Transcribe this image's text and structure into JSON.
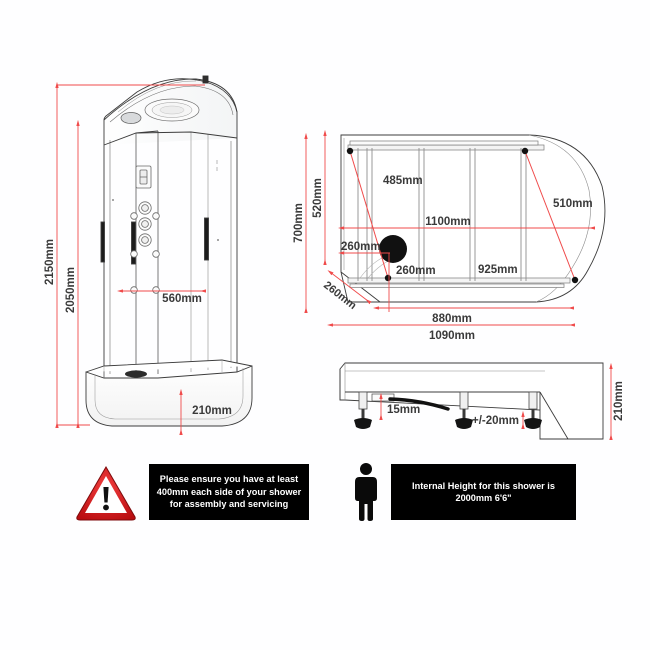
{
  "document": {
    "type": "technical-dimension-drawing",
    "subject": "Offset quadrant shower cabin / steam shower enclosure",
    "background_color": "#fefeff",
    "dimension_line_color": "#f04b4b",
    "outline_color": "#3c3c3c",
    "text_color": "#3a3a3a"
  },
  "views": {
    "front_elevation": {
      "name": "Front elevation / perspective view",
      "dimensions": {
        "overall_height": "2150mm",
        "cabin_height": "2050mm",
        "door_opening_width": "560mm",
        "tray_height": "210mm"
      },
      "features": [
        "ceiling-light",
        "ceiling-speaker",
        "extractor-vent",
        "control-panel-display",
        "body-jets",
        "shower-tray",
        "drain"
      ]
    },
    "plan_view": {
      "name": "Plan / top view",
      "dimensions": {
        "overall_depth": "700mm",
        "inner_depth": "520mm",
        "door_leaf_left": "485mm",
        "door_leaf_right": "510mm",
        "inner_width": "1100mm",
        "corner_cut_horizontal": "260mm",
        "corner_cut_vertical": "260mm",
        "corner_cut_diagonal": "260mm",
        "track_length": "925mm",
        "back_panel_width": "880mm",
        "overall_width": "1090mm"
      }
    },
    "base_profile": {
      "name": "Base / tray side profile with adjustable legs",
      "dimensions": {
        "waste_clearance": "15mm",
        "leg_adjustment": "+/-20mm",
        "tray_total_height": "210mm"
      }
    }
  },
  "notices": [
    {
      "icon": "warning-triangle-icon",
      "lines": [
        "Please ensure you have at least",
        "400mm each side of your",
        "shower for assembly and",
        "servicing"
      ],
      "text": "Please ensure you have at least 400mm each side of your shower for assembly and servicing"
    },
    {
      "icon": "person-icon",
      "lines": [
        "Internal Height for this",
        "shower is 2000mm 6'6\""
      ],
      "text": "Internal Height for this shower is 2000mm 6'6\""
    }
  ],
  "labels": {
    "h2150": "2150mm",
    "h2050": "2050mm",
    "w560": "560mm",
    "h210": "210mm",
    "d700": "700mm",
    "d520": "520mm",
    "d485": "485mm",
    "d510": "510mm",
    "w1100": "1100mm",
    "c260a": "260mm",
    "c260b": "260mm",
    "c260c": "260mm",
    "w925": "925mm",
    "w880": "880mm",
    "w1090": "1090mm",
    "t15": "15mm",
    "t20": "+/-20mm",
    "t210": "210mm"
  }
}
